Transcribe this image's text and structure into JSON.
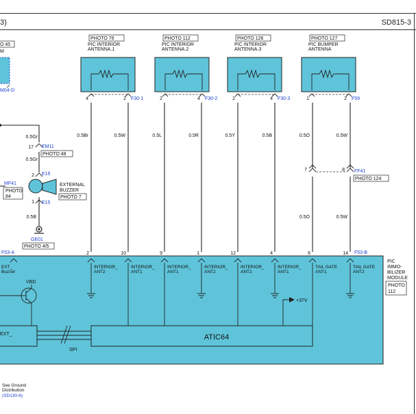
{
  "header": {
    "left": "3)",
    "right": "SD815-3"
  },
  "colors": {
    "module_fill": "#5fc4da",
    "antenna_fill": "#5fc4da",
    "connector_blue": "#1a3fd1",
    "wire": "#222222"
  },
  "antennas": [
    {
      "photo": "PHOTO 76",
      "name1": "PIC INTERIOR",
      "name2": "ANTENNA.1",
      "pin_left": "4",
      "pin_right": "2",
      "connector": "F30-1"
    },
    {
      "photo": "PHOTO 112",
      "name1": "PIC INTERIOR",
      "name2": "ANTENNA.2",
      "pin_left": "2",
      "pin_right": "4",
      "connector": "F30-2"
    },
    {
      "photo": "PHOTO 126",
      "name1": "PIC INTERIOR",
      "name2": "ANTENNA.3",
      "pin_left": "2",
      "pin_right": "4",
      "connector": "F30-3"
    },
    {
      "photo": "PHOTO 127",
      "name1": "PIC BUMPER",
      "name2": "ANTENNA",
      "pin_left": "1",
      "pin_right": "2",
      "connector": "F59"
    }
  ],
  "left_top": {
    "photo": "O 45",
    "label": "M",
    "connector": "M04-D"
  },
  "wires": {
    "w1": "0.5Br",
    "w2": "0.5W",
    "w3": "0.5L",
    "w4": "0.5R",
    "w5": "0.5Y",
    "w6": "0.5B",
    "w7a": "0.5O",
    "w7b": "0.5O",
    "w8a": "0.5W",
    "w8b": "0.5W"
  },
  "ff41": {
    "pin_left": "7",
    "pin_right": "8",
    "connector": "FF41",
    "photo": "PHOTO 124"
  },
  "left_side": {
    "wire_gr1": "0.5Gr",
    "pin17": "17",
    "em11": "EM11",
    "photo48": "PHOTO 48",
    "wire_gr2": "0.5Gr",
    "pin2": "2",
    "e15_top": "E15",
    "mf41": "MF41",
    "photo84a": "PHOTO",
    "photo84b": "84",
    "buzzer1": "EXTERNAL",
    "buzzer2": "BUZZER",
    "photo7": "PHOTO 7",
    "pin1": "1",
    "e15_bot": "E15",
    "wire_b": "0.5B",
    "ge01": "GE01",
    "photo45": "PHOTO 4/5"
  },
  "module": {
    "conn_left": "F53-A",
    "conn_right": "F53-B",
    "pins": [
      "2",
      "10",
      "9",
      "1",
      "12",
      "4",
      "6",
      "14"
    ],
    "ext_label1": "EXT_",
    "ext_label2": "Buzzer",
    "term_labels": [
      [
        "INTERIOR_",
        "ANT2"
      ],
      [
        "INTERIOR_",
        "ANT1"
      ],
      [
        "INTERIOR_",
        "ANT1"
      ],
      [
        "INTERIOR_",
        "ANT2"
      ],
      [
        "INTERIOR_",
        "ANT2"
      ],
      [
        "INTERIOR_",
        "ANT1"
      ],
      [
        "TAIL GATE",
        "ANT1"
      ],
      [
        "TAIL GATE",
        "ANT2"
      ]
    ],
    "vbd": "VBD",
    "v37": "+37V",
    "chip": "ATIC64",
    "ext_box": "EXT_",
    "spi": "SPI",
    "name": [
      "PIC",
      "IMMO-",
      "BILIZER",
      "MODULE"
    ],
    "photo": [
      "PHOTO",
      "112"
    ]
  },
  "ground_note": {
    "l1": "See Ground",
    "l2": "Distribution",
    "l3": "(SD130-6)"
  }
}
